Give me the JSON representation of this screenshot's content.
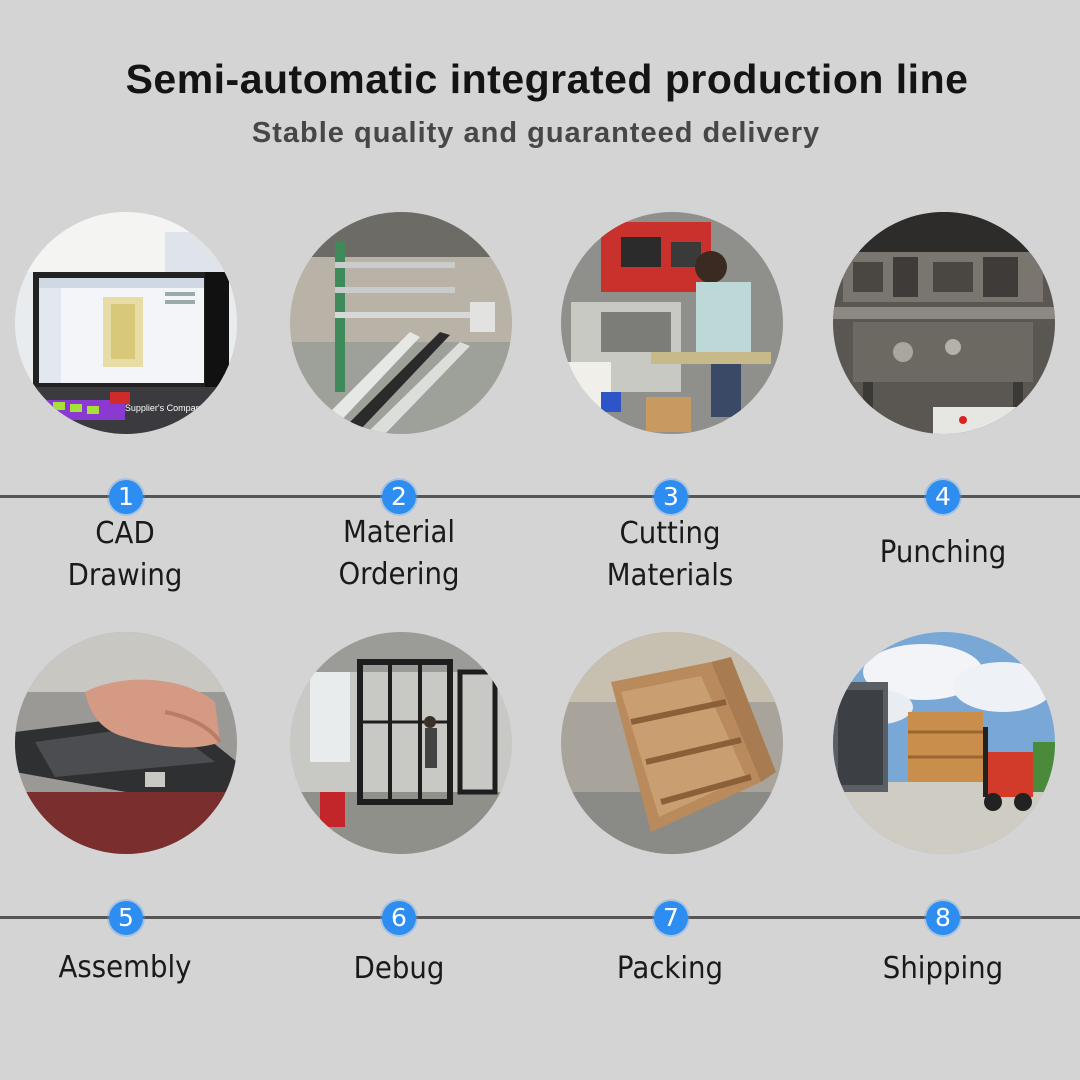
{
  "header": {
    "title": "Semi-automatic integrated production line",
    "subtitle": "Stable quality and guaranteed delivery"
  },
  "steps": [
    {
      "number": "1",
      "lines": [
        "CAD",
        "Drawing"
      ],
      "photo_caption": "Supplier's Company"
    },
    {
      "number": "2",
      "lines": [
        "Material",
        "Ordering"
      ]
    },
    {
      "number": "3",
      "lines": [
        "Cutting",
        "Materials"
      ]
    },
    {
      "number": "4",
      "lines": [
        "Punching"
      ]
    },
    {
      "number": "5",
      "lines": [
        "Assembly"
      ]
    },
    {
      "number": "6",
      "lines": [
        "Debug"
      ]
    },
    {
      "number": "7",
      "lines": [
        "Packing"
      ]
    },
    {
      "number": "8",
      "lines": [
        "Shipping"
      ]
    }
  ],
  "colors": {
    "background": "#d4d4d4",
    "badge": "#2d8df0",
    "timeline": "#555555"
  }
}
